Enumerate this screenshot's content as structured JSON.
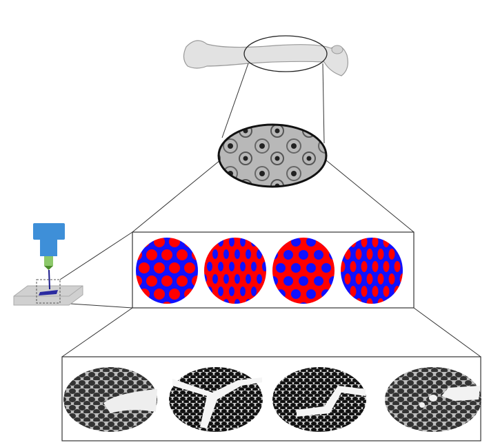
{
  "figure": {
    "panels": [
      "bone",
      "osteon-microstructure",
      "printed-patterns",
      "fracture-micrographs"
    ],
    "colors": {
      "matrix_red": "#ff0000",
      "inclusion_blue": "#1010ff",
      "nozzle_blue": "#3e8fd8",
      "nozzle_green": "#8cc86a",
      "line": "#333333"
    },
    "pattern_count": 4,
    "micrograph_count": 4
  }
}
